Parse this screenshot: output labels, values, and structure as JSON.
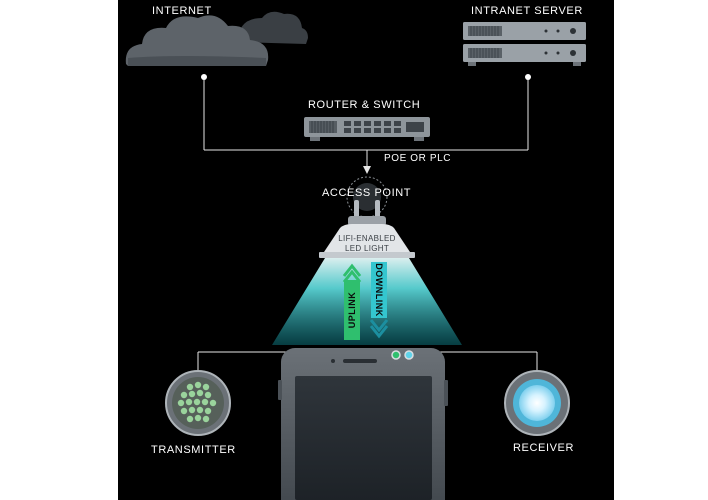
{
  "labels": {
    "internet": "INTERNET",
    "intranet_server": "INTRANET SERVER",
    "router_switch": "ROUTER & SWITCH",
    "poe_plc": "POE OR PLC",
    "access_point": "ACCESS POINT",
    "lifi_line1": "LIFI-ENABLED",
    "lifi_line2": "LED LIGHT",
    "uplink": "UPLINK",
    "downlink": "DOWNLINK",
    "transmitter": "TRANSMITTER",
    "receiver": "RECEIVER"
  },
  "colors": {
    "background": "#000000",
    "cloud": "#5d6369",
    "server": "#9aa1a7",
    "beam": "#35d1d4",
    "uplink": "#2fbf6e",
    "downlink": "#34c6cf",
    "line": "#e6e6e6"
  },
  "icons": [
    "cloud-icon",
    "server-rack-icon",
    "router-icon",
    "access-point-icon",
    "led-bulb-icon",
    "smartphone-icon",
    "transmitter-led-icon",
    "receiver-photodiode-icon"
  ]
}
